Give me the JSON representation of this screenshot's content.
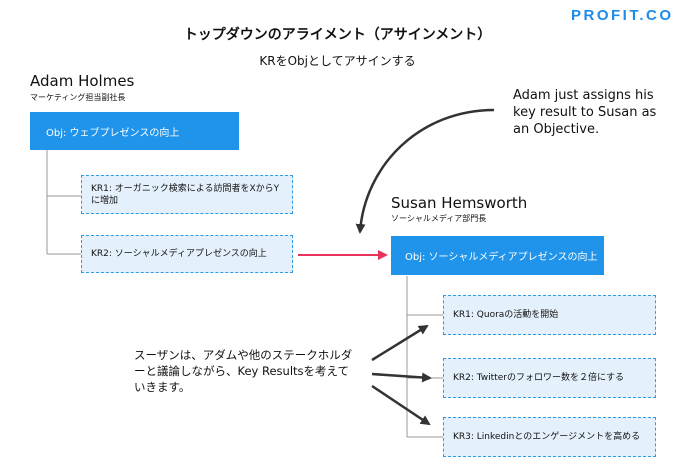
{
  "header": {
    "logo": "PROFIT.CO",
    "title": "トップダウンのアライメント（アサインメント）",
    "subtitle": "KRをObjとしてアサインする"
  },
  "adam": {
    "name": "Adam Holmes",
    "role": "マーケティング担当副社長",
    "objective": "Obj: ウェブプレゼンスの向上",
    "key_results": [
      "KR1: オーガニック検索による訪問者をXからYに増加",
      "KR2: ソーシャルメディアプレゼンスの向上"
    ]
  },
  "susan": {
    "name": "Susan Hemsworth",
    "role": "ソーシャルメディア部門長",
    "objective": "Obj: ソーシャルメディアプレゼンスの向上",
    "key_results": [
      "KR1: Quoraの活動を開始",
      "KR2: Twitterのフォロワー数を２倍にする",
      "KR3: Linkedinとのエンゲージメントを高める"
    ]
  },
  "annotations": {
    "adam_assigns": "Adam just assigns his key result to Susan as an Objective.",
    "susan_note": "スーザンは、アダムや他のステークホルダーと議論しながら、Key Resultsを考えていきます。"
  },
  "colors": {
    "brand": "#1f8be8",
    "objective_fill": "#1f94ea",
    "kr_fill": "#e4f1fc",
    "kr_border": "#2f9be8",
    "assign_arrow": "#e8335a",
    "connector": "#9a9a9a"
  }
}
